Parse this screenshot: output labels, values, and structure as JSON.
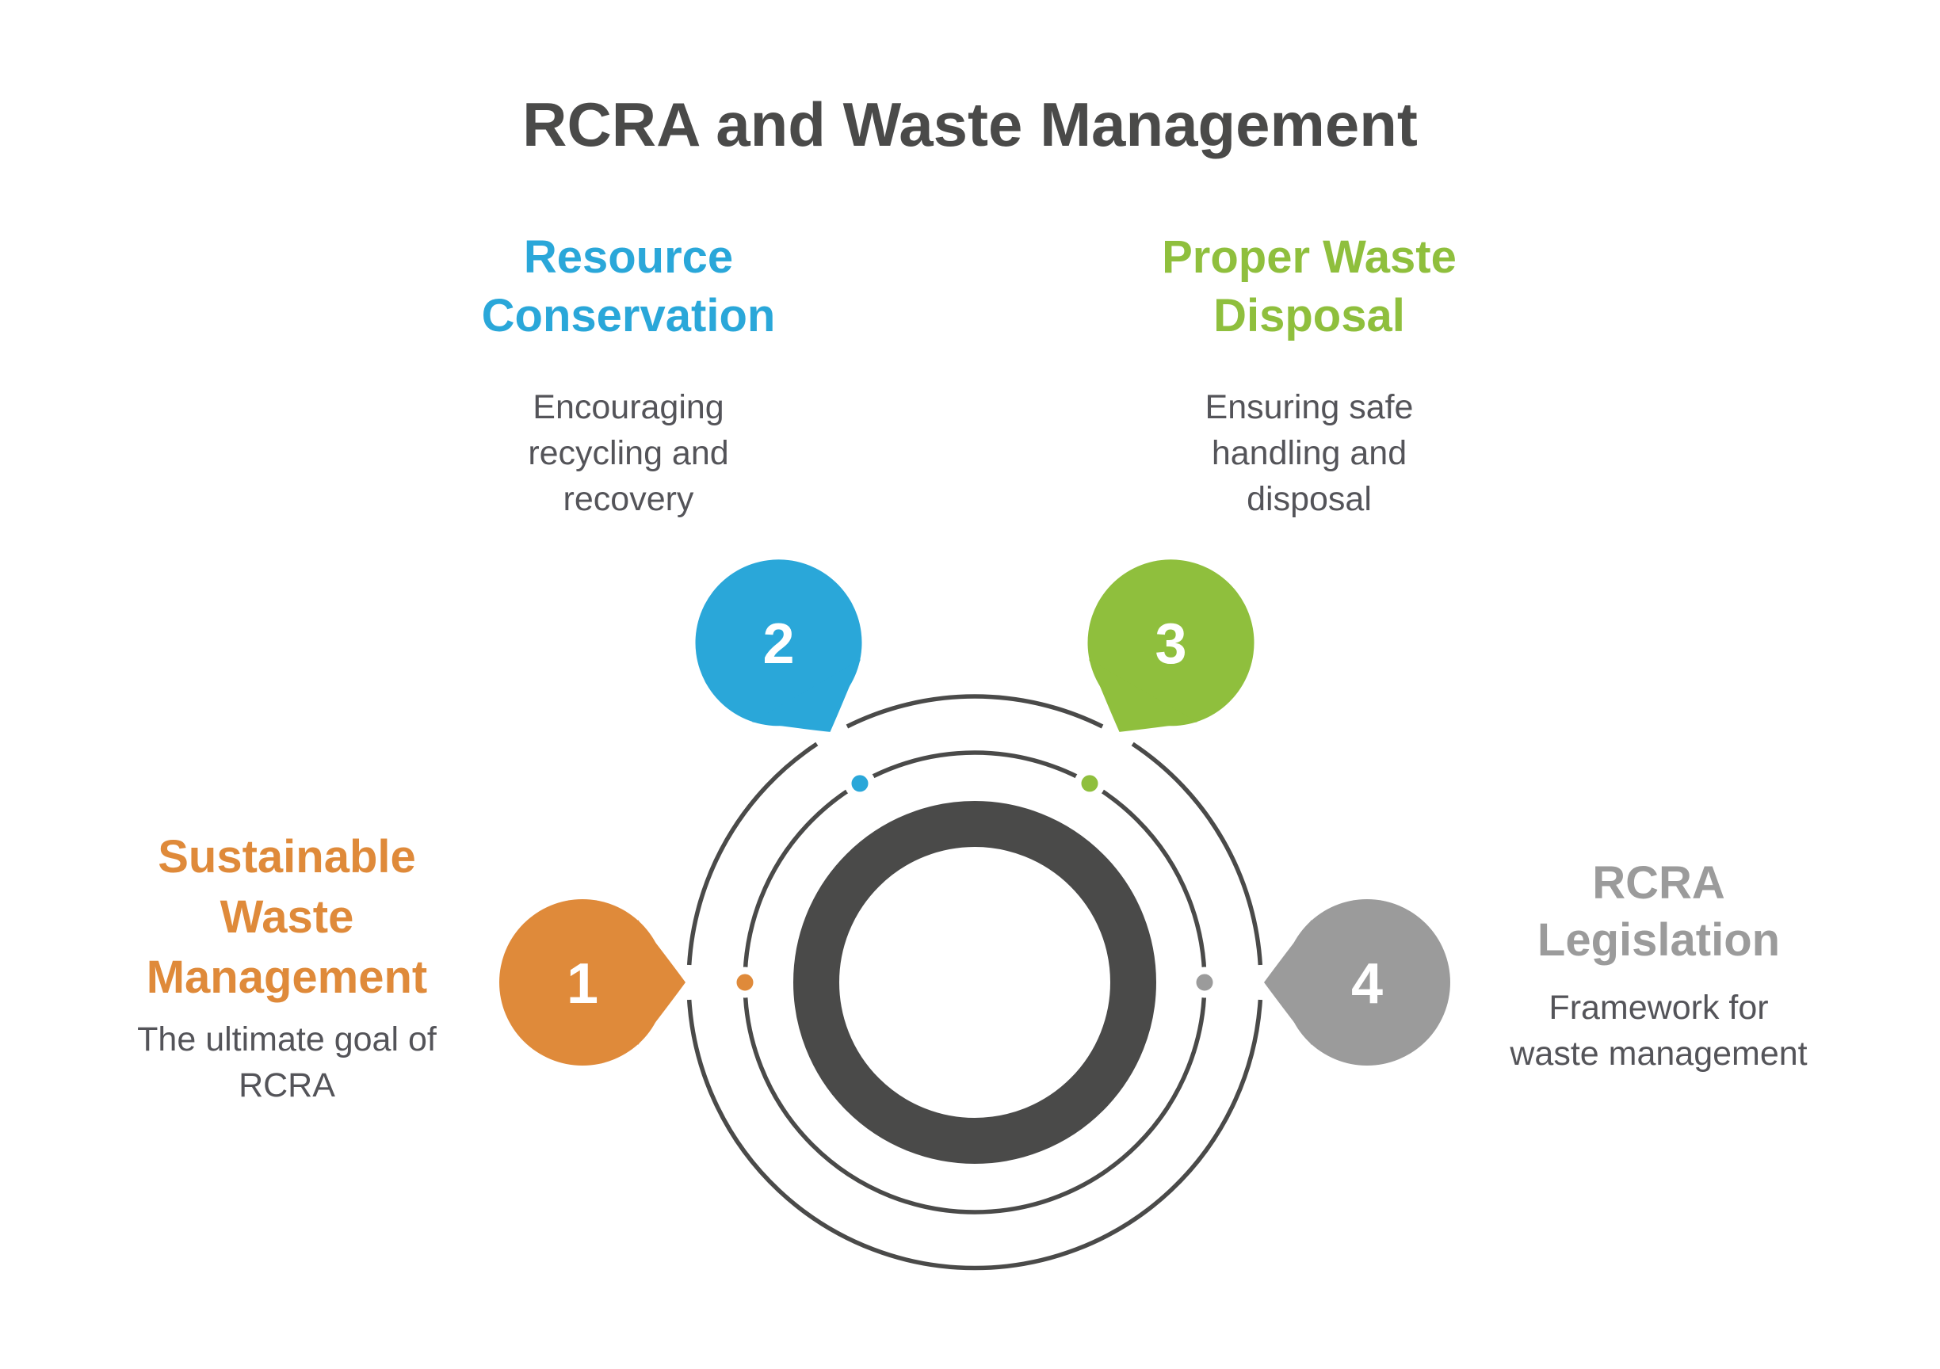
{
  "title": "RCRA and Waste Management",
  "colors": {
    "dark": "#4A4A49",
    "body_text": "#545459",
    "white": "#FFFFFF"
  },
  "steps": [
    {
      "number": "1",
      "color": "#DF8A3A",
      "heading_lines": [
        "Sustainable",
        "Waste",
        "Management"
      ],
      "description_lines": [
        "The ultimate goal of",
        "RCRA"
      ]
    },
    {
      "number": "2",
      "color": "#2AA7D9",
      "heading_lines": [
        "Resource",
        "Conservation"
      ],
      "description_lines": [
        "Encouraging",
        "recycling and",
        "recovery"
      ]
    },
    {
      "number": "3",
      "color": "#8FBF3D",
      "heading_lines": [
        "Proper Waste",
        "Disposal"
      ],
      "description_lines": [
        "Ensuring safe",
        "handling and",
        "disposal"
      ]
    },
    {
      "number": "4",
      "color": "#9B9B9B",
      "heading_lines": [
        "RCRA",
        "Legislation"
      ],
      "description_lines": [
        "Framework for",
        "waste management"
      ]
    }
  ]
}
